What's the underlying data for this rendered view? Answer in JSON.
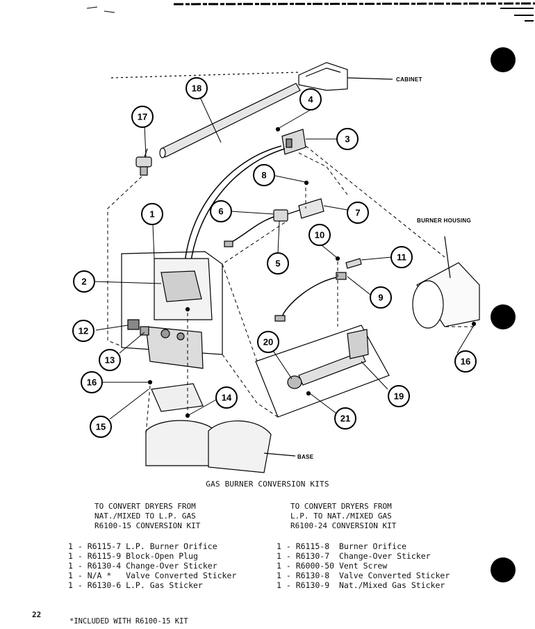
{
  "diagram": {
    "labels": {
      "cabinet": "CABINET",
      "burner_housing": "BURNER HOUSING",
      "base": "BASE"
    },
    "callouts": [
      "1",
      "2",
      "3",
      "4",
      "5",
      "6",
      "7",
      "8",
      "9",
      "10",
      "11",
      "12",
      "13",
      "14",
      "15",
      "16",
      "17",
      "18",
      "19",
      "20",
      "21"
    ]
  },
  "caption": "GAS BURNER CONVERSION KITS",
  "kit_left": {
    "heading": [
      "TO CONVERT DRYERS FROM",
      "NAT./MIXED TO L.P. GAS",
      "R6100-15 CONVERSION KIT"
    ],
    "items": [
      "1 - R6115-7 L.P. Burner Orifice",
      "1 - R6115-9 Block-Open Plug",
      "1 - R6130-4 Change-Over Sticker",
      "1 - N/A *   Valve Converted Sticker",
      "1 - R6130-6 L.P. Gas Sticker"
    ]
  },
  "kit_right": {
    "heading": [
      "TO CONVERT DRYERS FROM",
      "L.P. TO NAT./MIXED GAS",
      "R6100-24 CONVERSION KIT"
    ],
    "items": [
      "1 - R6115-8  Burner Orifice",
      "1 - R6130-7  Change-Over Sticker",
      "1 - R6000-50 Vent Screw",
      "1 - R6130-8  Valve Converted Sticker",
      "1 - R6130-9  Nat./Mixed Gas Sticker"
    ]
  },
  "page_number": "22",
  "footnote": "*INCLUDED WITH R6100-15 KIT"
}
